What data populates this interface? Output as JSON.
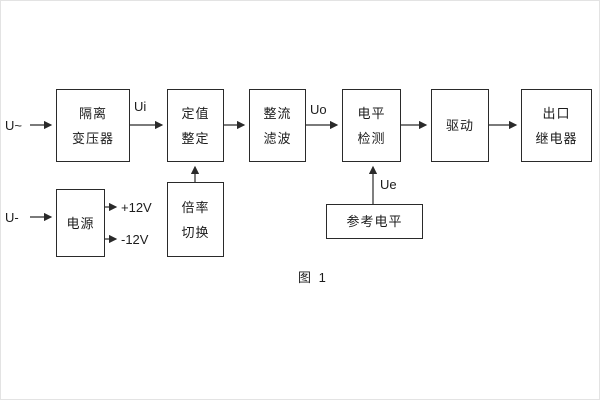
{
  "figure": {
    "caption": "图 1"
  },
  "signals": {
    "ac_input": "U~",
    "dc_input": "U-",
    "ui": "Ui",
    "uo": "Uo",
    "ue": "Ue",
    "rail_positive": "+12V",
    "rail_negative": "-12V"
  },
  "blocks": {
    "isolation_transformer": {
      "line1": "隔离",
      "line2": "变压器"
    },
    "value_setting": {
      "line1": "定值",
      "line2": "整定"
    },
    "rectify_filter": {
      "line1": "整流",
      "line2": "滤波"
    },
    "level_detection": {
      "line1": "电平",
      "line2": "检测"
    },
    "driver": {
      "line1": "驱动"
    },
    "output_relay": {
      "line1": "出口",
      "line2": "继电器"
    },
    "power_supply": {
      "line1": "电源"
    },
    "ratio_switch": {
      "line1": "倍率",
      "line2": "切换"
    },
    "reference_level": {
      "line1": "参考电平"
    }
  },
  "colors": {
    "line": "#2a2a2a",
    "background": "#ffffff"
  }
}
